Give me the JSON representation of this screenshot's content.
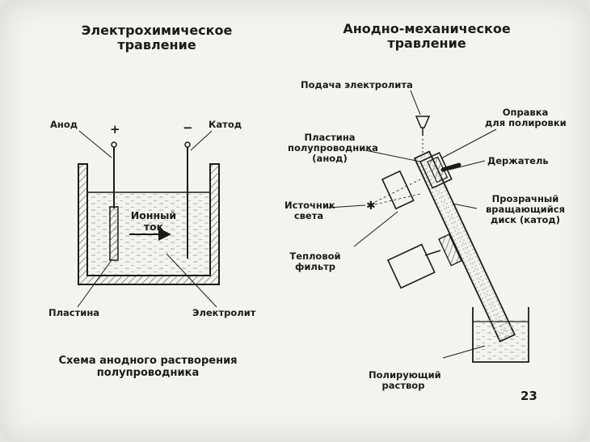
{
  "left": {
    "title_line1": "Электрохимическое",
    "title_line2": "травление",
    "anode": "Анод",
    "cathode": "Катод",
    "plus": "+",
    "minus": "−",
    "ion_line1": "Ионный",
    "ion_line2": "ток",
    "plate": "Пластина",
    "electrolyte": "Электролит",
    "caption_line1": "Схема анодного растворения",
    "caption_line2": "полупроводника"
  },
  "right": {
    "title_line1": "Анодно-механическое",
    "title_line2": "травление",
    "electrolyte_feed": "Подача электролита",
    "mandrel_line1": "Оправка",
    "mandrel_line2": "для полировки",
    "wafer_line1": "Пластина",
    "wafer_line2": "полупроводника",
    "wafer_line3": "(анод)",
    "holder": "Держатель",
    "light_line1": "Источник",
    "light_line2": "света",
    "disk_line1": "Прозрачный",
    "disk_line2": "вращающийся",
    "disk_line3": "диск (катод)",
    "filter_line1": "Тепловой",
    "filter_line2": "фильтр",
    "solution_line1": "Полирующий",
    "solution_line2": "раствор"
  },
  "page_number": "23",
  "colors": {
    "background": "#f4f3ee",
    "ink": "#1b1b1b",
    "hatch": "#9a9a9a"
  }
}
